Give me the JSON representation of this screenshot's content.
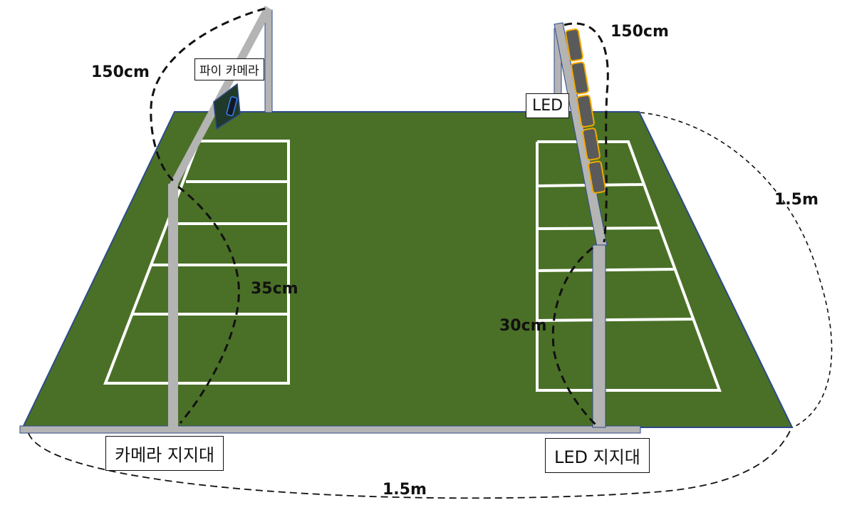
{
  "labels": {
    "pi_camera": "파이 카메라",
    "led": "LED",
    "camera_stand": "카메라 지지대",
    "led_stand": "LED 지지대"
  },
  "dimensions": {
    "camera_arm_length": "150cm",
    "led_arm_length": "150cm",
    "camera_post_height": "35cm",
    "led_post_height": "30cm",
    "field_depth": "1.5m",
    "field_width": "1.5m"
  },
  "colors": {
    "field": "#4a7027",
    "field_edge": "#2d4a8a",
    "lines": "#ffffff",
    "stand": "#b4b4b4",
    "camera_body": "#1f3a2a",
    "led_module": "#5a5a5a",
    "led_border": "#f2a900"
  },
  "led_module_count": 5
}
